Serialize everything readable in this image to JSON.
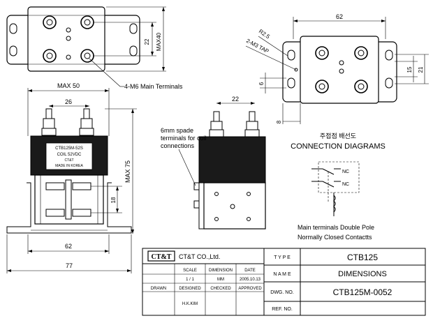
{
  "dims": {
    "top_22": "22",
    "max40": "MAX40",
    "max50": "MAX 50",
    "front_26": "26",
    "front_18": "18",
    "max75": "MAX 75",
    "front_62": "62",
    "front_77": "77",
    "side_22": "22",
    "right_62": "62",
    "right_15": "15",
    "right_21": "21",
    "right_6": "6",
    "right_8": "8"
  },
  "labels": {
    "main_terminals": "4-M6 Main Terminals",
    "spade_1": "6mm spade",
    "spade_2": "terminals for coil",
    "spade_3": "connections",
    "radius": "R2.5",
    "tap": "2-M3 TAP"
  },
  "front_label": {
    "model": "CTB125M-52S",
    "coil": "COIL 52VDC",
    "brand": "CT&T  ",
    "origin": "MADE IN KOREA",
    "pin_a": "",
    "pin_b": ""
  },
  "connection": {
    "title_kr": "주접점 배선도",
    "title": "CONNECTION DIAGRAMS",
    "nc_1": "NC",
    "nc_2": "NC",
    "desc_1": "Main terminals Double Pole",
    "desc_2": "Normally Closed Contactts"
  },
  "title_block": {
    "logo": "CT&T",
    "company": "CT&T CO.,Ltd.",
    "scale_label": "SCALE",
    "dimension_label": "DIMENSION",
    "date_label": "DATE",
    "scale": "1 / 1",
    "dimension": "MM",
    "date": "2005.10.13",
    "drawn_label": "DRAWN",
    "designed_label": "DESIGNED",
    "checked_label": "CHECKED",
    "approved_label": "APPROVED",
    "designer": "H.K.KIM",
    "type_label": "T Y P E",
    "type": "CTB125",
    "name_label": "N A M E",
    "name": "DIMENSIONS",
    "dwg_label": "DWG. NO.",
    "dwg_no": "CTB125M-0052",
    "ref_label": "REF. NO."
  }
}
